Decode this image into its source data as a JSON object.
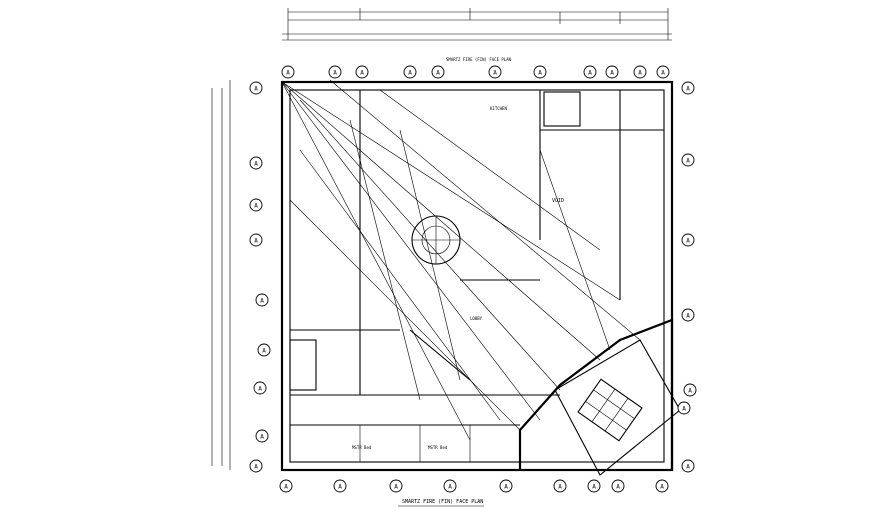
{
  "drawing": {
    "title": "SMARTZ FIRE (FIN) FACE PLAN",
    "plan_label": "SMARTZ FIRE (FIN) FACE PLAN",
    "grid_letter": "A",
    "void_label": "VOID",
    "room_labels": [
      "MSTR Bed",
      "MSTR Bed",
      "KITCHEN",
      "LOBBY"
    ]
  }
}
